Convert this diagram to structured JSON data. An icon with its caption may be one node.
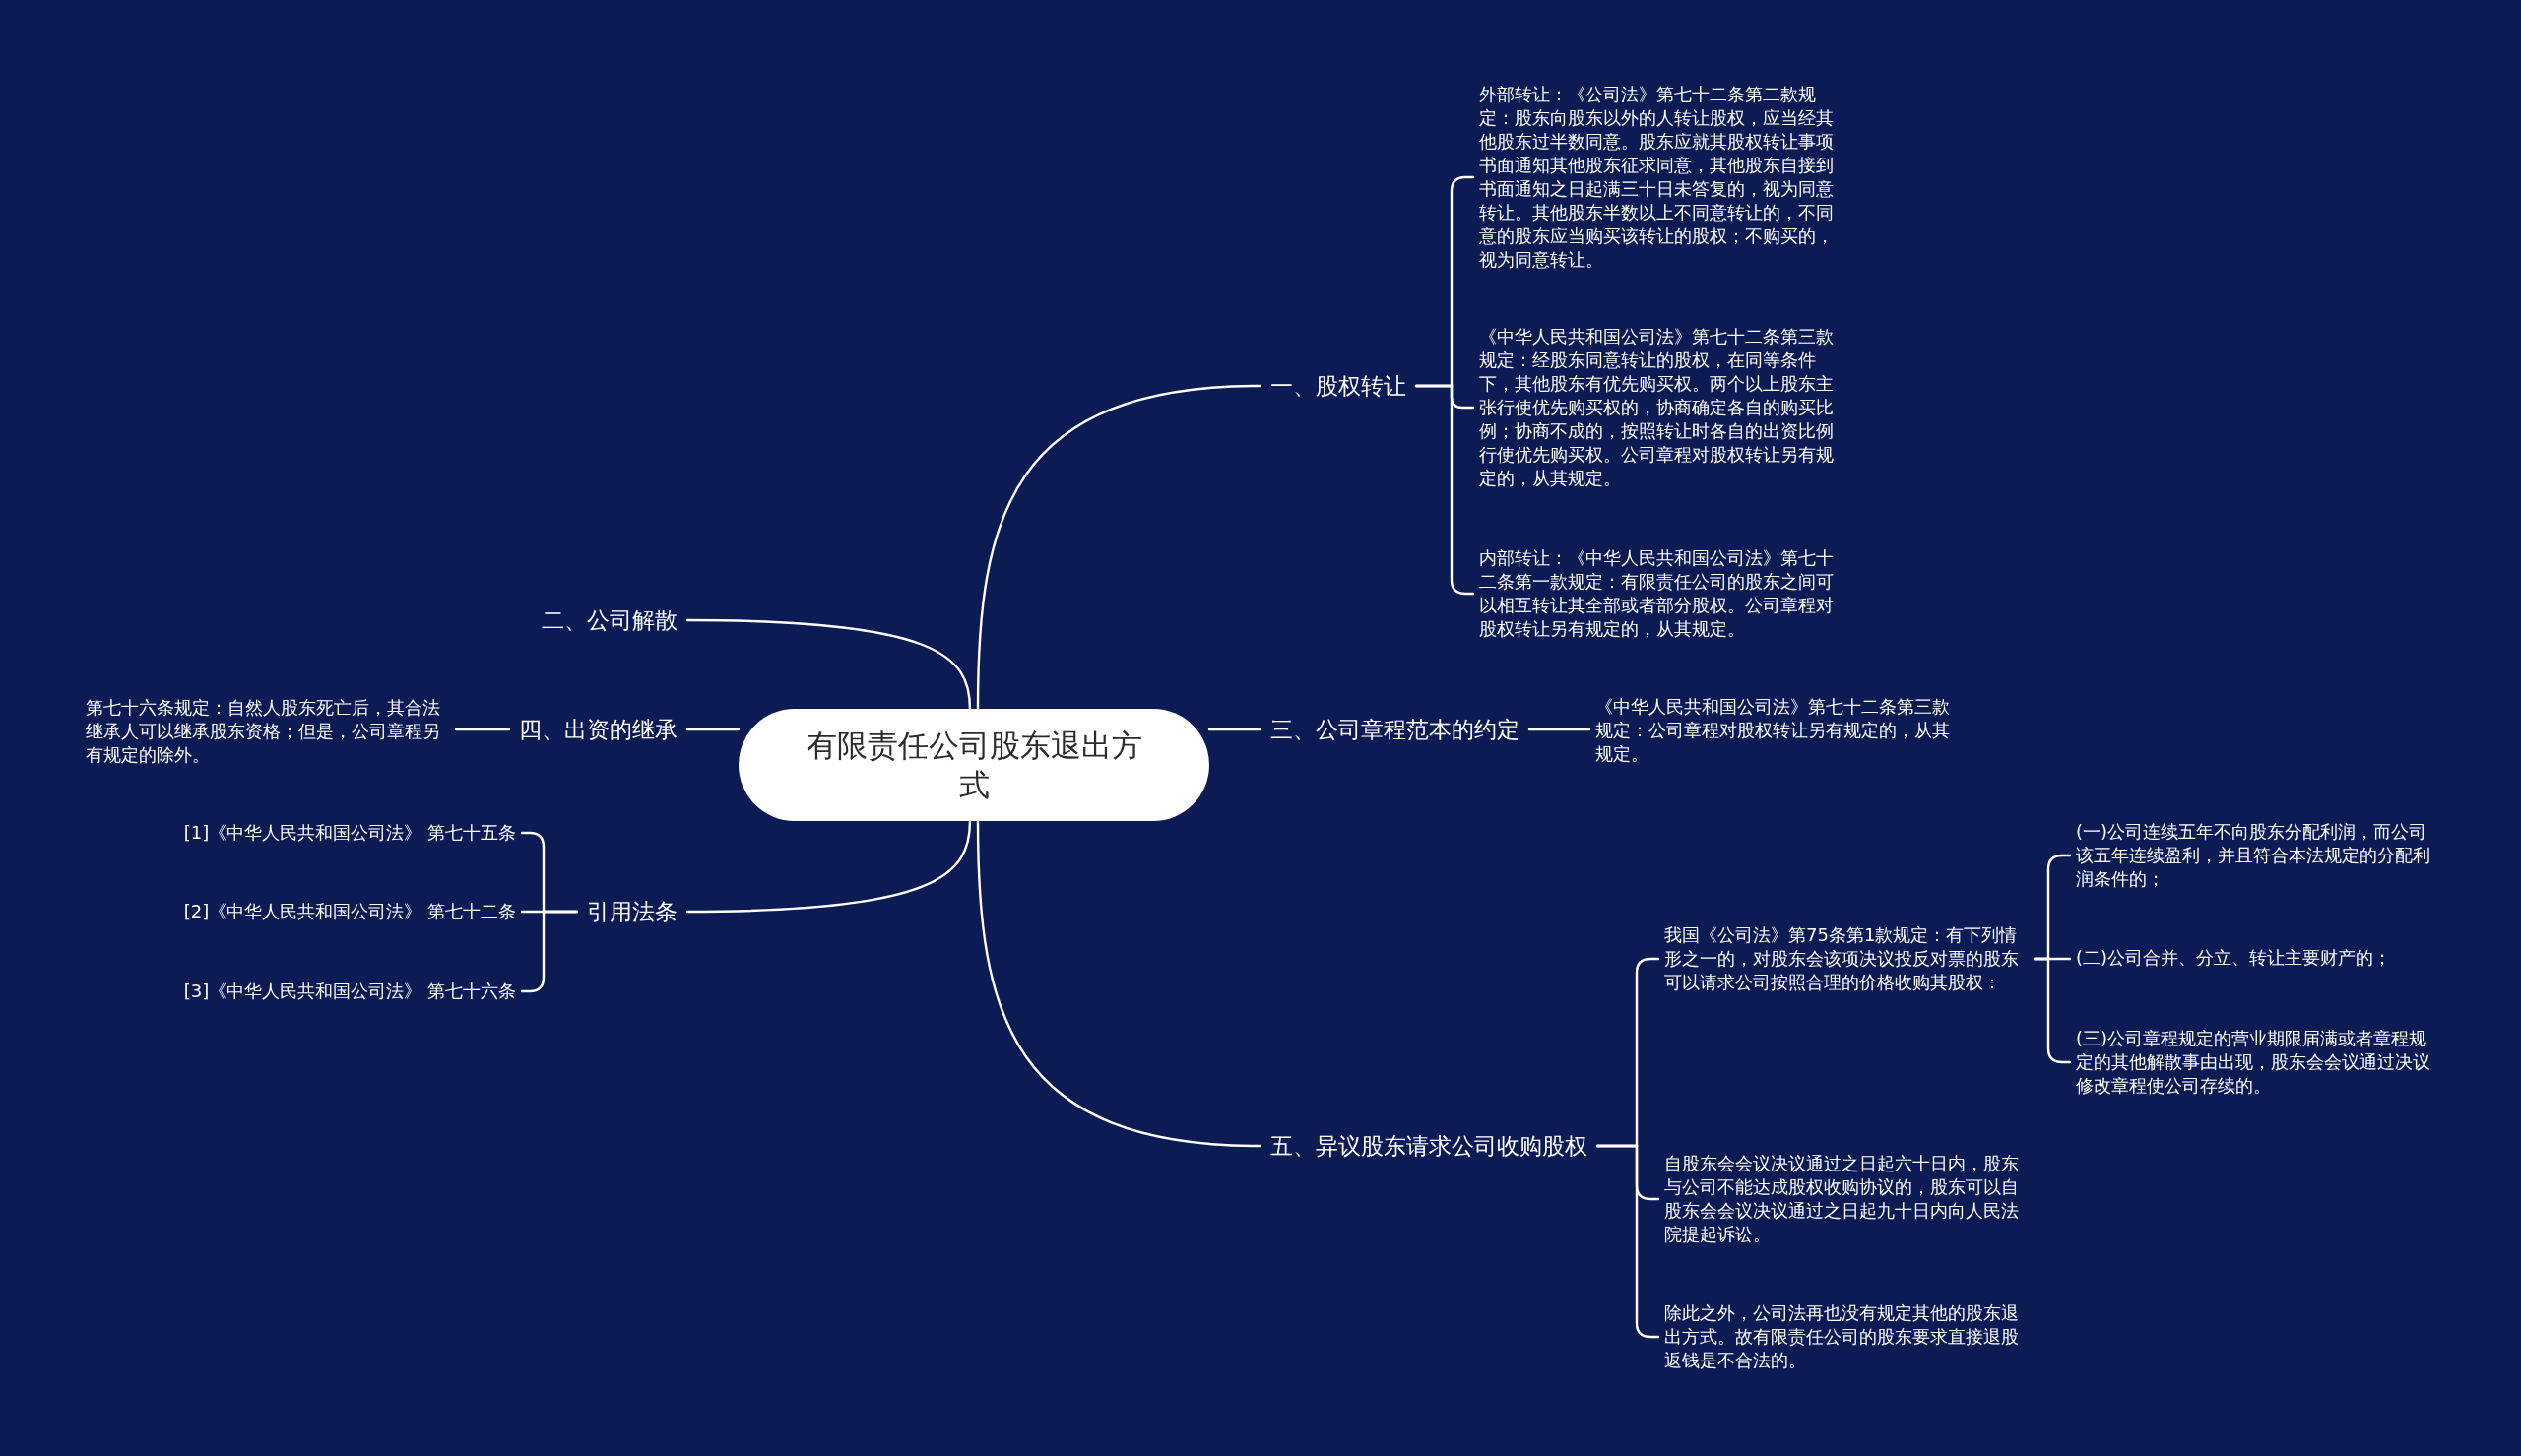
{
  "diagram": {
    "nodes": [
      {
        "text": [
          "有限责任公司股东退出方式"
        ]
      },
      {
        "text": [
          "一、股权转让"
        ]
      },
      {
        "text": [
          "外部转让：《公司法》第七十二条第二款规定：股东向股东以外的人转让股权，应当经其他股东过半数同意。股东应就其股权转让事项书面通知其他股东征求同意，其他股东自接到书面通知之日起满三十日未答复的，视为同意转让。其他股东半数以上不同意转让的，不同意的股东应当购买该转让的股权；不购买的，视为同意转让。"
        ]
      },
      {
        "text": [
          "《中华人民共和国公司法》第七十二条第三款规定：经股东同意转让的股权，在同等条件下，其他股东有优先购买权。两个以上股东主张行使优先购买权的，协商确定各自的购买比例；协商不成的，按照转让时各自的出资比例行使优先购买权。公司章程对股权转让另有规定的，从其规定。"
        ]
      },
      {
        "text": [
          "内部转让：《中华人民共和国公司法》第七十二条第一款规定：有限责任公司的股东之间可以相互转让其全部或者部分股权。公司章程对股权转让另有规定的，从其规定。"
        ]
      },
      {
        "text": [
          "二、公司解散"
        ]
      },
      {
        "text": [
          "三、公司章程范本的约定"
        ]
      },
      {
        "text": [
          "《中华人民共和国公司法》第七十二条第三款规定：公司章程对股权转让另有规定的，从其规定。"
        ]
      },
      {
        "text": [
          "四、出资的继承"
        ]
      },
      {
        "text": [
          "第七十六条规定：自然人股东死亡后，其合法继承人可以继承股东资格；但是，公司章程另有规定的除外。"
        ]
      },
      {
        "text": [
          "引用法条"
        ]
      },
      {
        "text": [
          "[1]《中华人民共和国公司法》 第七十五条"
        ]
      },
      {
        "text": [
          "[2]《中华人民共和国公司法》 第七十二条"
        ]
      },
      {
        "text": [
          "[3]《中华人民共和国公司法》 第七十六条"
        ]
      },
      {
        "text": [
          "五、异议股东请求公司收购股权"
        ]
      },
      {
        "text": [
          "我国《公司法》第75条第1款规定：有下列情形之一的，对股东会该项决议投反对票的股东可以请求公司按照合理的价格收购其股权："
        ]
      },
      {
        "text": [
          "(一)公司连续五年不向股东分配利润，而公司该五年连续盈利，并且符合本法规定的分配利润条件的；"
        ]
      },
      {
        "text": [
          "(二)公司合并、分立、转让主要财产的；"
        ]
      },
      {
        "text": [
          "(三)公司章程规定的营业期限届满或者章程规定的其他解散事由出现，股东会会议通过决议修改章程使公司存续的。"
        ]
      },
      {
        "text": [
          "自股东会会议决议通过之日起六十日内，股东与公司不能达成股权收购协议的，股东可以自股东会会议决议通过之日起九十日内向人民法院提起诉讼。"
        ]
      },
      {
        "text": [
          "除此之外，公司法再也没有规定其他的股东退出方式。故有限责任公司的股东要求直接退股返钱是不合法的。"
        ]
      }
    ],
    "edges": [
      {
        "from": 0,
        "to": 1,
        "arrow": "none"
      },
      {
        "from": 1,
        "to": 2,
        "arrow": "none"
      },
      {
        "from": 1,
        "to": 3,
        "arrow": "none"
      },
      {
        "from": 1,
        "to": 4,
        "arrow": "none"
      },
      {
        "from": 0,
        "to": 5,
        "arrow": "none"
      },
      {
        "from": 0,
        "to": 6,
        "arrow": "none"
      },
      {
        "from": 6,
        "to": 7,
        "arrow": "none"
      },
      {
        "from": 0,
        "to": 8,
        "arrow": "none"
      },
      {
        "from": 8,
        "to": 9,
        "arrow": "none"
      },
      {
        "from": 0,
        "to": 10,
        "arrow": "none"
      },
      {
        "from": 10,
        "to": 11,
        "arrow": "none"
      },
      {
        "from": 10,
        "to": 12,
        "arrow": "none"
      },
      {
        "from": 10,
        "to": 13,
        "arrow": "none"
      },
      {
        "from": 0,
        "to": 14,
        "arrow": "none"
      },
      {
        "from": 14,
        "to": 15,
        "arrow": "none"
      },
      {
        "from": 15,
        "to": 16,
        "arrow": "none"
      },
      {
        "from": 15,
        "to": 17,
        "arrow": "none"
      },
      {
        "from": 15,
        "to": 18,
        "arrow": "none"
      },
      {
        "from": 14,
        "to": 19,
        "arrow": "none"
      },
      {
        "from": 14,
        "to": 20,
        "arrow": "none"
      }
    ]
  }
}
